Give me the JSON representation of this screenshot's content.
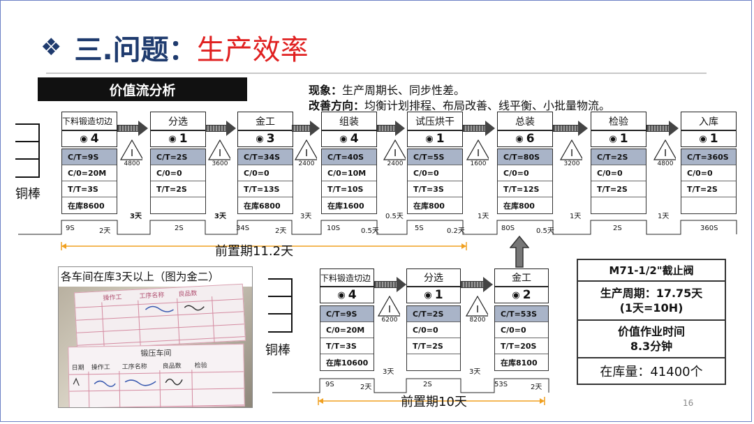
{
  "title": {
    "prefix": "三.问题：",
    "suffix": "生产效率"
  },
  "vsm_label": "价值流分析",
  "phenomenon": {
    "label": "现象：",
    "text": "生产周期长、同步性差。"
  },
  "improvement": {
    "label": "改善方向：",
    "text": "均衡计划排程、布局改善、线平衡、小批量物流。"
  },
  "raw_material_label": "铜棒",
  "top_flow": {
    "processes": [
      {
        "name": "下料锻造切边",
        "operators": "4",
        "ct": "C/T=9S",
        "co": "C/0=20M",
        "tt": "T/T=3S",
        "inv": "在库8600"
      },
      {
        "name": "分选",
        "operators": "1",
        "ct": "C/T=2S",
        "co": "C/0=0",
        "tt": "T/T=2S",
        "inv": ""
      },
      {
        "name": "金工",
        "operators": "3",
        "ct": "C/T=34S",
        "co": "C/0=0",
        "tt": "T/T=13S",
        "inv": "在库6800"
      },
      {
        "name": "组装",
        "operators": "4",
        "ct": "C/T=40S",
        "co": "C/0=10M",
        "tt": "T/T=10S",
        "inv": "在库1600"
      },
      {
        "name": "试压烘干",
        "operators": "1",
        "ct": "C/T=5S",
        "co": "C/0=0",
        "tt": "T/T=3S",
        "inv": "在库800"
      },
      {
        "name": "总装",
        "operators": "6",
        "ct": "C/T=80S",
        "co": "C/0=0",
        "tt": "T/T=12S",
        "inv": "在库800"
      },
      {
        "name": "检验",
        "operators": "1",
        "ct": "C/T=2S",
        "co": "C/0=0",
        "tt": "T/T=2S",
        "inv": ""
      },
      {
        "name": "入库",
        "operators": "1",
        "ct": "C/T=360S",
        "co": "C/0=0",
        "tt": "T/T=2S",
        "inv": ""
      }
    ],
    "inventories": [
      "4800",
      "3600",
      "2400",
      "2400",
      "1600",
      "3200",
      "4800"
    ],
    "timeline_days": [
      "3天",
      "3天",
      "3天",
      "0.5天",
      "1天",
      "1天",
      "1天"
    ],
    "timeline_proc": [
      {
        "vt": "9S",
        "wait": "2天"
      },
      {
        "vt": "2S",
        "wait": ""
      },
      {
        "vt": "34S",
        "wait": "2天"
      },
      {
        "vt": "10S",
        "wait": "0.5天"
      },
      {
        "vt": "5S",
        "wait": "0.2天"
      },
      {
        "vt": "80S",
        "wait": "0.5天"
      },
      {
        "vt": "2S",
        "wait": ""
      },
      {
        "vt": "360S",
        "wait": ""
      }
    ],
    "lead_time": "前置期11.2天"
  },
  "bottom_flow": {
    "processes": [
      {
        "name": "下料锻造切边",
        "operators": "4",
        "ct": "C/T=9S",
        "co": "C/0=20M",
        "tt": "T/T=3S",
        "inv": "在库10600"
      },
      {
        "name": "分选",
        "operators": "1",
        "ct": "C/T=2S",
        "co": "C/0=0",
        "tt": "T/T=2S",
        "inv": ""
      },
      {
        "name": "金工",
        "operators": "2",
        "ct": "C/T=53S",
        "co": "C/0=0",
        "tt": "T/T=20S",
        "inv": "在库8100"
      }
    ],
    "inventories": [
      "6200",
      "8200"
    ],
    "timeline_days": [
      "3天",
      "3天"
    ],
    "timeline_proc": [
      {
        "vt": "9S",
        "wait": "2天"
      },
      {
        "vt": "2S",
        "wait": ""
      },
      {
        "vt": "53S",
        "wait": "2天"
      }
    ],
    "lead_time": "前置期10天"
  },
  "photo": {
    "caption": "各车间在库3天以上（图为金二）",
    "card_title": "锻压车间",
    "card_headers": [
      "日期",
      "操作工",
      "工序名称",
      "良品数",
      "检验"
    ],
    "top_card_headers": [
      "操作工",
      "工序名称",
      "良品数"
    ]
  },
  "summary": {
    "product": "M71-1/2\"截止阀",
    "cycle_line1": "生产周期：17.75天",
    "cycle_line2": "(1天=10H)",
    "va_line1": "价值作业时间",
    "va_line2": "8.3分钟",
    "inventory": "在库量：41400个"
  },
  "page_number": "16"
}
